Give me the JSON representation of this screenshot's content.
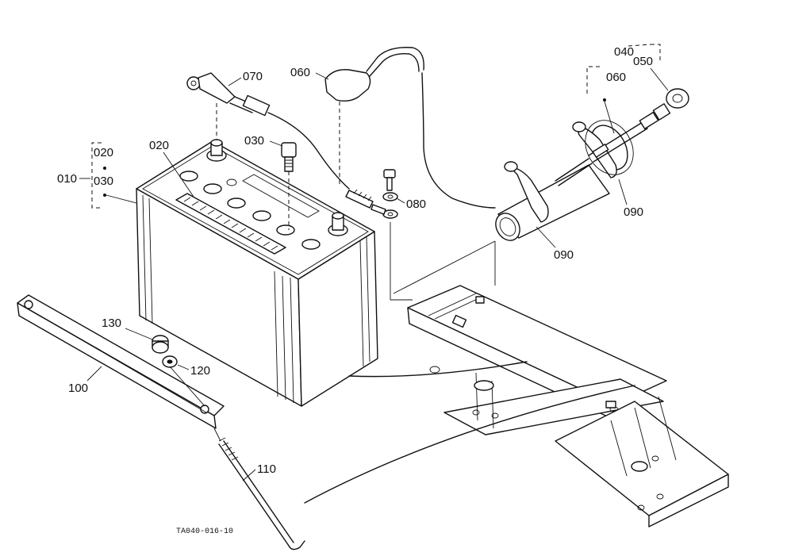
{
  "labels": {
    "p010": "010",
    "p020_bracket": "020",
    "p030_bracket": "030",
    "p020": "020",
    "p030": "030",
    "p040": "040",
    "p050": "050",
    "p060_cap": "060",
    "p060_bracket": "060",
    "p070": "070",
    "p080": "080",
    "p090_left": "090",
    "p090_right": "090",
    "p100": "100",
    "p110": "110",
    "p120": "120",
    "p130": "130"
  },
  "drawing_code": "TA040-016-10"
}
